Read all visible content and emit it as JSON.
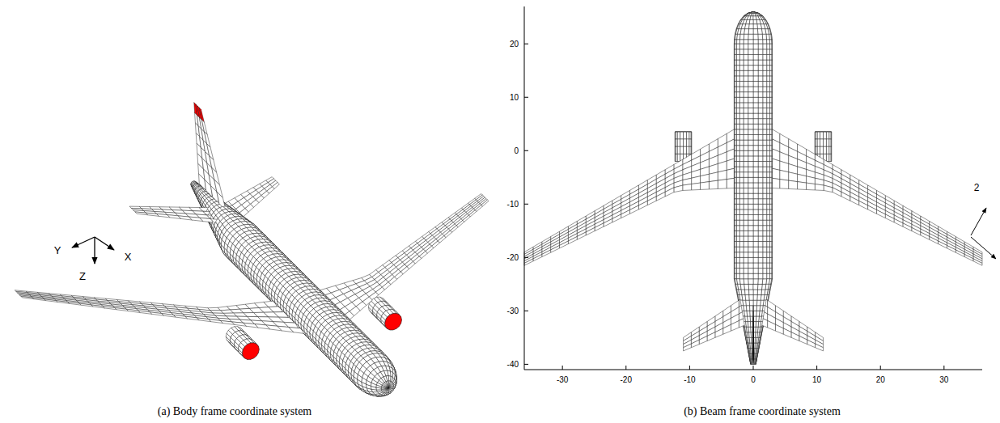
{
  "diagram": {
    "labels": [
      "Y",
      "X",
      "Z",
      "20",
      "10",
      "0",
      "-10",
      "-20",
      "-30",
      "-40",
      "-30",
      "-20",
      "-10",
      "0",
      "10",
      "20",
      "30",
      "2",
      "(a) Body frame coordinate system",
      "(b) Beam frame coordinate system"
    ]
  }
}
